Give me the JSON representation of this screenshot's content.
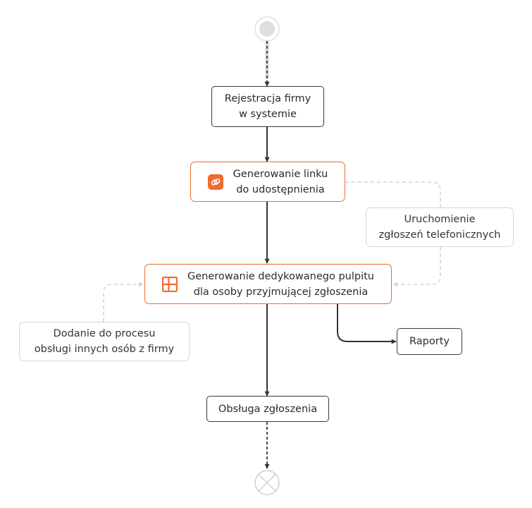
{
  "nodes": {
    "registration": "Rejestracja firmy\nw systemie",
    "share_link": "Generowanie linku\ndo udostępnienia",
    "phone_reports": "Uruchomienie\nzgłoszeń telefonicznych",
    "dashboard": "Generowanie dedykowanego pulpitu\ndla osoby przyjmującej zgłoszenia",
    "add_people": "Dodanie do procesu\nobsługi innych osób z firmy",
    "reports": "Raporty",
    "handling": "Obsługa zgłoszenia"
  },
  "icons": {
    "share_link": "link-icon",
    "dashboard": "dashboard-grid-icon",
    "start": "start-event-icon",
    "end": "end-event-cross-icon"
  },
  "colors": {
    "accent": "#f26a2e",
    "edge": "#333333",
    "dashed_edge": "#d4d4d4",
    "start_fill": "#dedede"
  }
}
